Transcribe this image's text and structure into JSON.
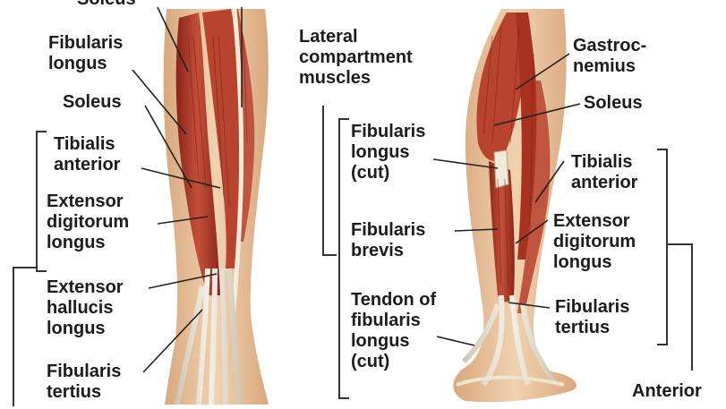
{
  "left_view": {
    "labels": {
      "soleus_top": "Soleus",
      "fibularis_longus": [
        "Fibularis",
        "longus"
      ],
      "soleus": "Soleus",
      "tibialis_anterior": [
        "Tibialis",
        "anterior"
      ],
      "extensor_digitorum_longus": [
        "Extensor",
        "digitorum",
        "longus"
      ],
      "extensor_hallucis_longus": [
        "Extensor",
        "hallucis",
        "longus"
      ],
      "fibularis_tertius": [
        "Fibularis",
        "tertius"
      ]
    }
  },
  "right_view": {
    "labels": {
      "lateral_compartment": [
        "Lateral",
        "compartment",
        "muscles"
      ],
      "fibularis_longus_cut": [
        "Fibularis",
        "longus",
        "(cut)"
      ],
      "fibularis_brevis": [
        "Fibularis",
        "brevis"
      ],
      "tendon_fibularis_longus_cut": [
        "Tendon of",
        "fibularis",
        "longus",
        "(cut)"
      ],
      "gastrocnemius": [
        "Gastroc-",
        "nemius"
      ],
      "soleus": "Soleus",
      "tibialis_anterior": [
        "Tibialis",
        "anterior"
      ],
      "extensor_digitorum_longus": [
        "Extensor",
        "digitorum",
        "longus"
      ],
      "fibularis_tertius": [
        "Fibularis",
        "tertius"
      ],
      "anterior": "Anterior"
    }
  },
  "colors": {
    "muscle": "#b23a2a",
    "muscle_dark": "#8c2418",
    "muscle_light": "#cf5a45",
    "tendon": "#e9e2d6",
    "skin": "#e8c9a4",
    "bone": "#efe4cf",
    "leader": "#222222"
  }
}
